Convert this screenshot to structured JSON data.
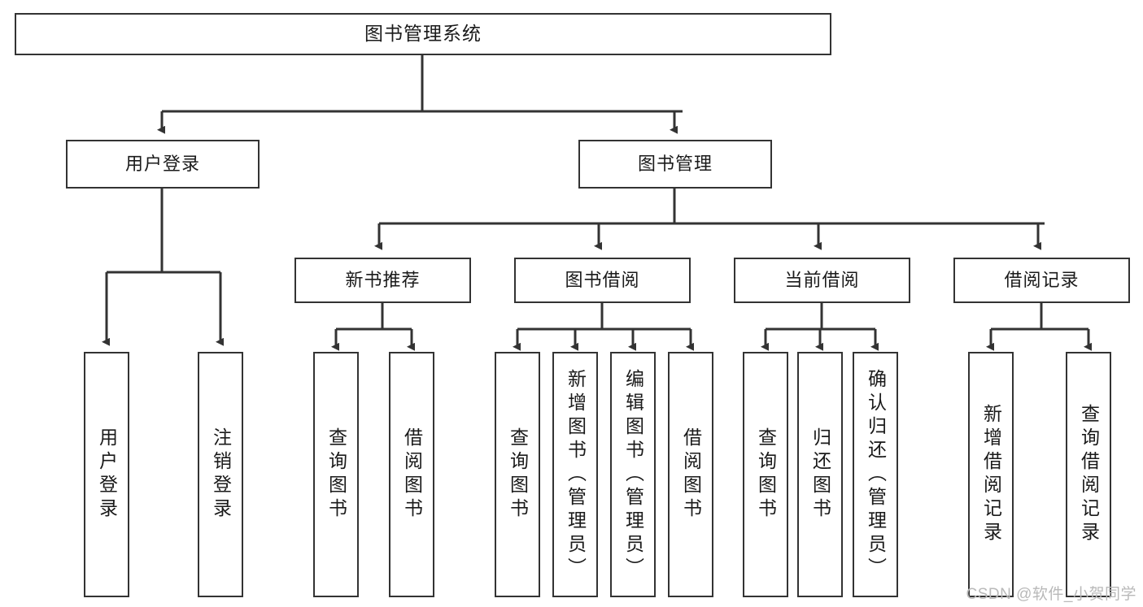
{
  "diagram": {
    "title": "图书管理系统",
    "type": "tree",
    "watermark": "CSDN @软件_小贺同学",
    "colors": {
      "stroke": "#333333",
      "fill": "#ffffff",
      "text": "#1a1a1a",
      "watermark": "#b9b9b9"
    },
    "levels": {
      "root": [
        {
          "id": "root",
          "label": "图书管理系统"
        }
      ],
      "level2": [
        {
          "id": "user-login",
          "label": "用户登录"
        },
        {
          "id": "book-manage",
          "label": "图书管理"
        }
      ],
      "level3": [
        {
          "id": "new-book-rec",
          "label": "新书推荐"
        },
        {
          "id": "book-borrow",
          "label": "图书借阅"
        },
        {
          "id": "current-borrow",
          "label": "当前借阅"
        },
        {
          "id": "borrow-record",
          "label": "借阅记录"
        }
      ],
      "leaves": {
        "user_login": [
          {
            "id": "leaf-user-login",
            "label": "用户登录"
          },
          {
            "id": "leaf-logout-login",
            "label": "注销登录"
          }
        ],
        "new_book_rec": [
          {
            "id": "leaf-query-book-1",
            "label": "查询图书"
          },
          {
            "id": "leaf-borrow-book-1",
            "label": "借阅图书"
          }
        ],
        "book_borrow": [
          {
            "id": "leaf-query-book-2",
            "label": "查询图书"
          },
          {
            "id": "leaf-add-book",
            "label": "新增图书（管理员）"
          },
          {
            "id": "leaf-edit-book",
            "label": "编辑图书（管理员）"
          },
          {
            "id": "leaf-borrow-book-2",
            "label": "借阅图书"
          }
        ],
        "current_borrow": [
          {
            "id": "leaf-query-book-3",
            "label": "查询图书"
          },
          {
            "id": "leaf-return-book",
            "label": "归还图书"
          },
          {
            "id": "leaf-confirm-return",
            "label": "确认归还（管理员）"
          }
        ],
        "borrow_record": [
          {
            "id": "leaf-add-record",
            "label": "新增借阅记录"
          },
          {
            "id": "leaf-query-record",
            "label": "查询借阅记录"
          }
        ]
      }
    }
  }
}
